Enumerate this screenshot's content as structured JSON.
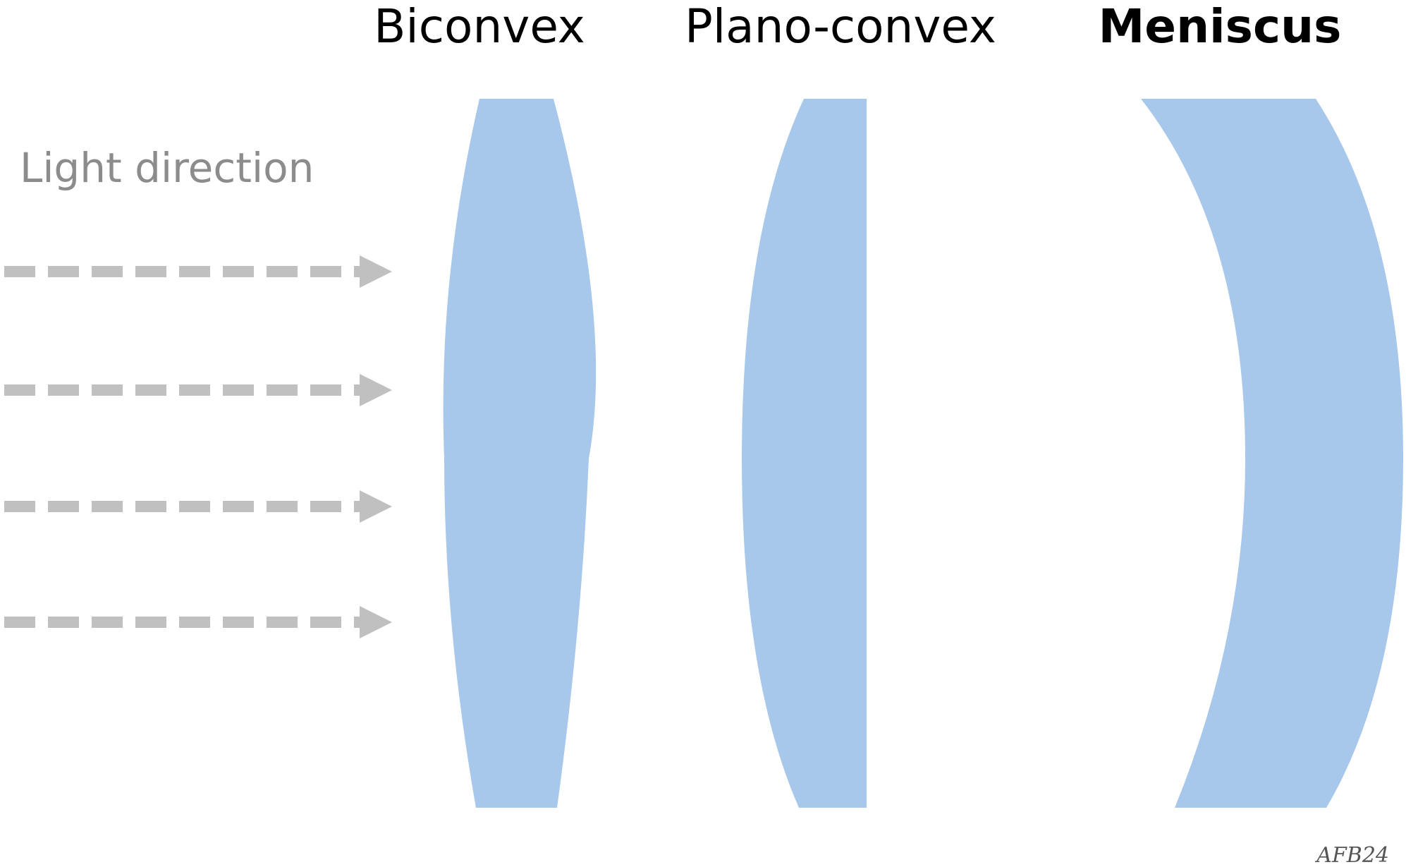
{
  "labels": {
    "biconvex": "Biconvex",
    "plano_convex": "Plano-convex",
    "meniscus": "Meniscus",
    "light_direction": "Light direction"
  },
  "signature": "AFB24",
  "colors": {
    "lens_fill": "#a7c8eb",
    "arrow": "#c0c0c0",
    "label_text": "#000000",
    "light_label_text": "#8c8c8c",
    "signature_text": "#555555"
  },
  "arrows": {
    "count": 4,
    "style": "dashed"
  }
}
